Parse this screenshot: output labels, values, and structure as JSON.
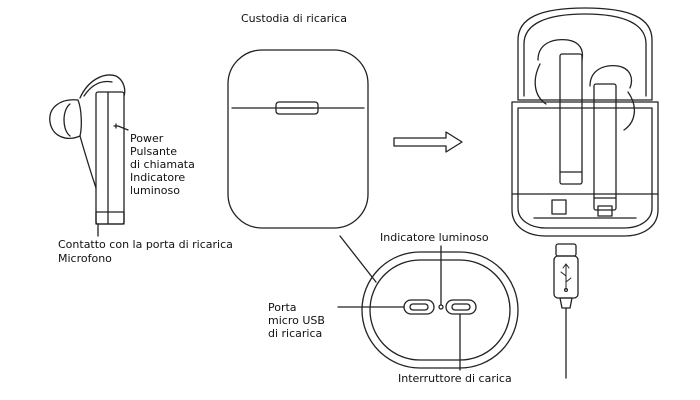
{
  "labels": {
    "case_title": "Custodia di ricarica",
    "power": "Power",
    "call_button": [
      "Pulsante",
      "di chiamata"
    ],
    "indicator_earbud": [
      "Indicatore",
      "luminoso"
    ],
    "charging_contact": "Contatto con la porta di ricarica",
    "microphone": "Microfono",
    "indicator_case": "Indicatore luminoso",
    "usb_port": [
      "Porta",
      "micro USB",
      "di ricarica"
    ],
    "charge_switch": "Interruttore di carica"
  },
  "icons": {
    "usb": "usb-icon",
    "arrow": "right-arrow-icon"
  },
  "colors": {
    "stroke": "#222222",
    "text": "#111111"
  }
}
